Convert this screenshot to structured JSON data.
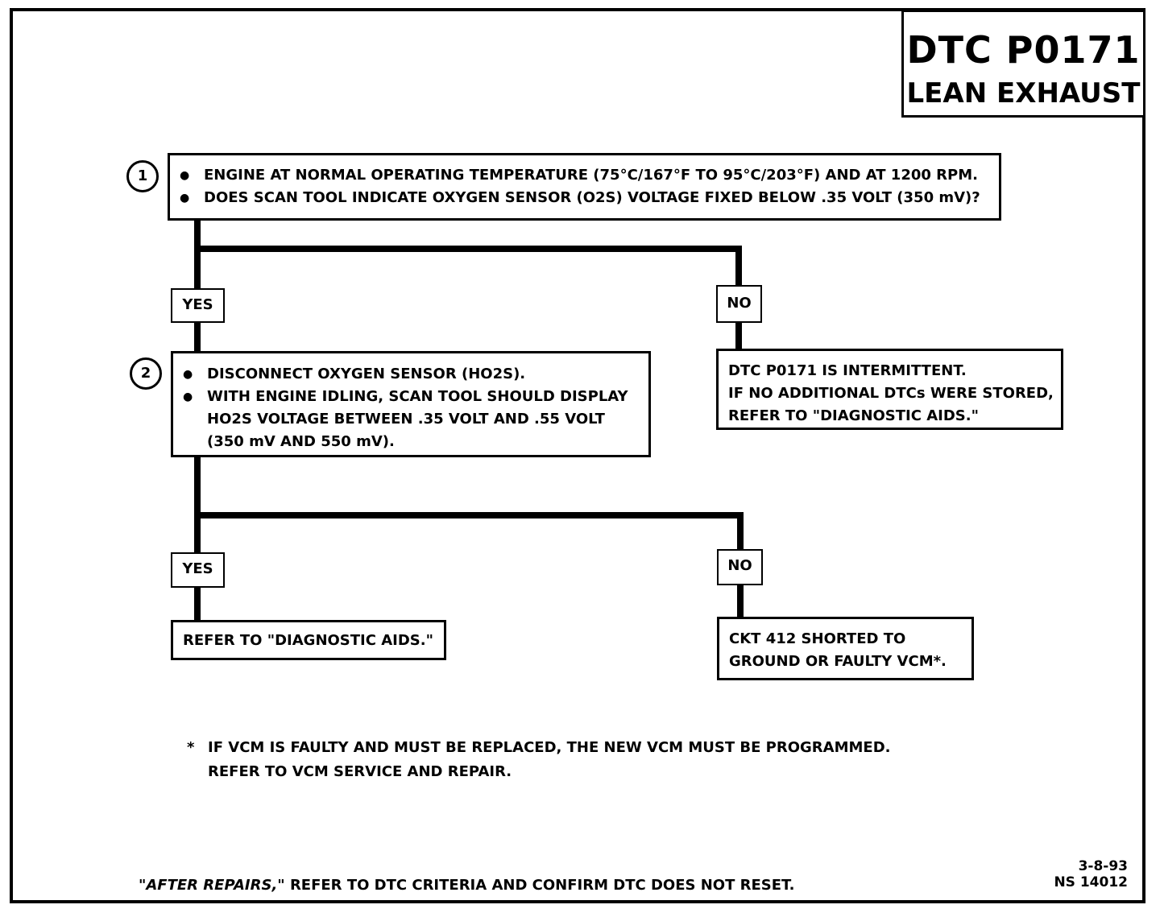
{
  "title": {
    "code": "DTC P0171",
    "name": "LEAN EXHAUST"
  },
  "step1": {
    "number": "1",
    "bullets": [
      "ENGINE AT NORMAL OPERATING TEMPERATURE (75°C/167°F TO 95°C/203°F) AND AT 1200 RPM.",
      "DOES SCAN TOOL INDICATE OXYGEN SENSOR (O2S) VOLTAGE FIXED BELOW .35 VOLT (350 mV)?"
    ],
    "yes_label": "YES",
    "no_label": "NO",
    "no_result": [
      "DTC P0171 IS INTERMITTENT.",
      "IF NO ADDITIONAL DTCs WERE STORED,",
      "REFER TO \"DIAGNOSTIC AIDS.\""
    ]
  },
  "step2": {
    "number": "2",
    "bullets": [
      "DISCONNECT OXYGEN SENSOR (HO2S).",
      "WITH ENGINE IDLING, SCAN TOOL SHOULD DISPLAY HO2S VOLTAGE BETWEEN .35 VOLT AND .55 VOLT (350 mV AND 550 mV)."
    ],
    "yes_label": "YES",
    "no_label": "NO",
    "yes_result": "REFER TO \"DIAGNOSTIC AIDS.\"",
    "no_result": [
      "CKT 412 SHORTED TO",
      "GROUND OR FAULTY VCM*."
    ]
  },
  "footnote": {
    "marker": "*",
    "line1": "IF VCM IS FAULTY AND MUST BE REPLACED, THE NEW VCM MUST BE PROGRAMMED.",
    "line2": "REFER TO VCM SERVICE AND REPAIR."
  },
  "footer": {
    "emphasis": "\"AFTER REPAIRS,\"",
    "text": " REFER TO DTC CRITERIA AND CONFIRM DTC DOES NOT RESET."
  },
  "reference": {
    "date": "3-8-93",
    "code": "NS 14012"
  }
}
